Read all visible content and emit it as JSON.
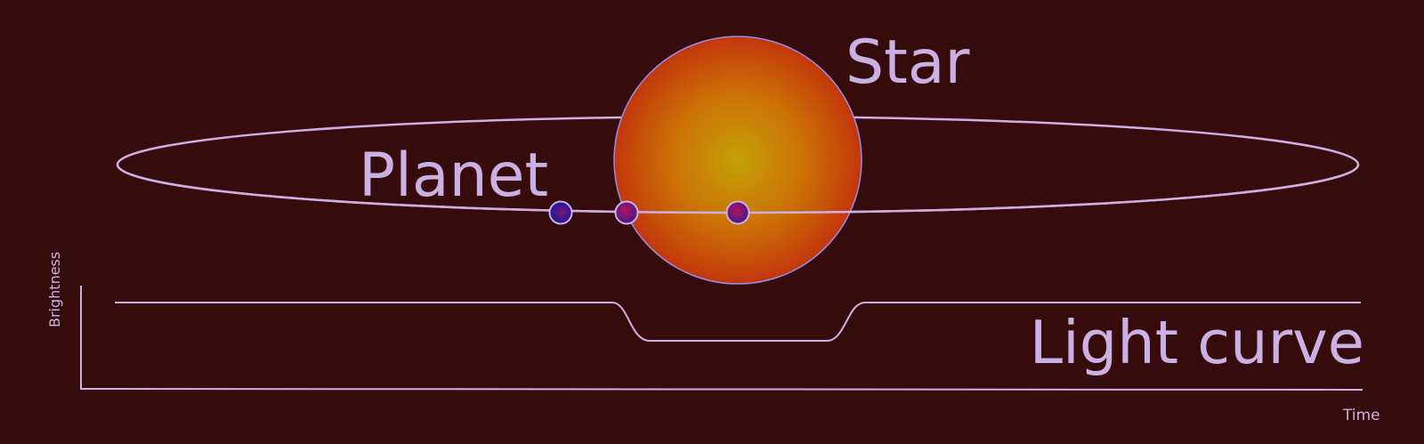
{
  "labels": {
    "star": "Star",
    "planet": "Planet",
    "light_curve": "Light curve",
    "y_axis": "Brightness",
    "x_axis": "Time"
  },
  "colors": {
    "background": "#360b0b",
    "line": "#cbb0e4",
    "star_center": "#c4a106",
    "star_edge": "#c2370b",
    "planet_light": "#b0155f",
    "planet_dark": "#0a1aa8"
  },
  "planet_positions": [
    {
      "phase": "before transit"
    },
    {
      "phase": "entering transit"
    },
    {
      "phase": "mid transit"
    }
  ]
}
